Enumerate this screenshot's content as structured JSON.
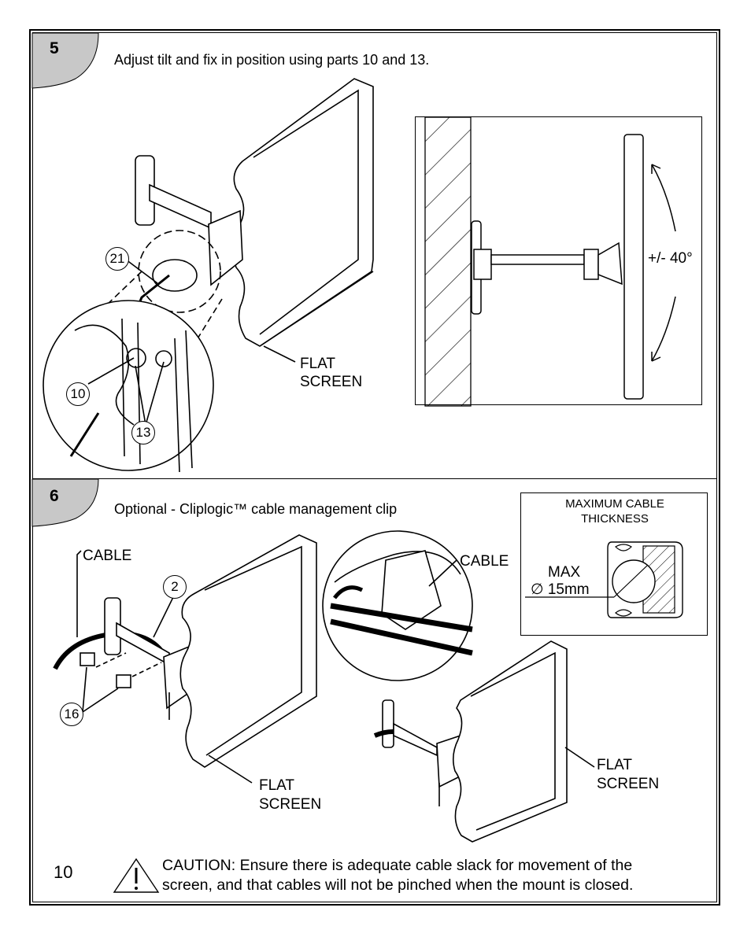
{
  "step5": {
    "number": "5",
    "instruction": "Adjust tilt and fix in position using parts 10 and 13.",
    "callouts": {
      "p21": "21",
      "p10": "10",
      "p13": "13"
    },
    "screen_label_line1": "FLAT",
    "screen_label_line2": "SCREEN",
    "tilt_label": "+/- 40°"
  },
  "step6": {
    "number": "6",
    "instruction": "Optional - Cliplogic™ cable management clip",
    "cable_label": "CABLE",
    "detail_cable_label": "CABLE",
    "callouts": {
      "p2": "2",
      "p16": "16"
    },
    "screen1_line1": "FLAT",
    "screen1_line2": "SCREEN",
    "screen2_line1": "FLAT",
    "screen2_line2": "SCREEN",
    "inset": {
      "title_line1": "MAXIMUM CABLE",
      "title_line2": "THICKNESS",
      "max_label": "MAX",
      "size_label": "∅ 15mm"
    }
  },
  "footer": {
    "page_number": "10",
    "caution_line1": "CAUTION: Ensure there is adequate cable slack for movement of the",
    "caution_line2": "screen, and that cables will not be pinched when the mount is closed.",
    "warning_icon": "warning-triangle-icon"
  }
}
